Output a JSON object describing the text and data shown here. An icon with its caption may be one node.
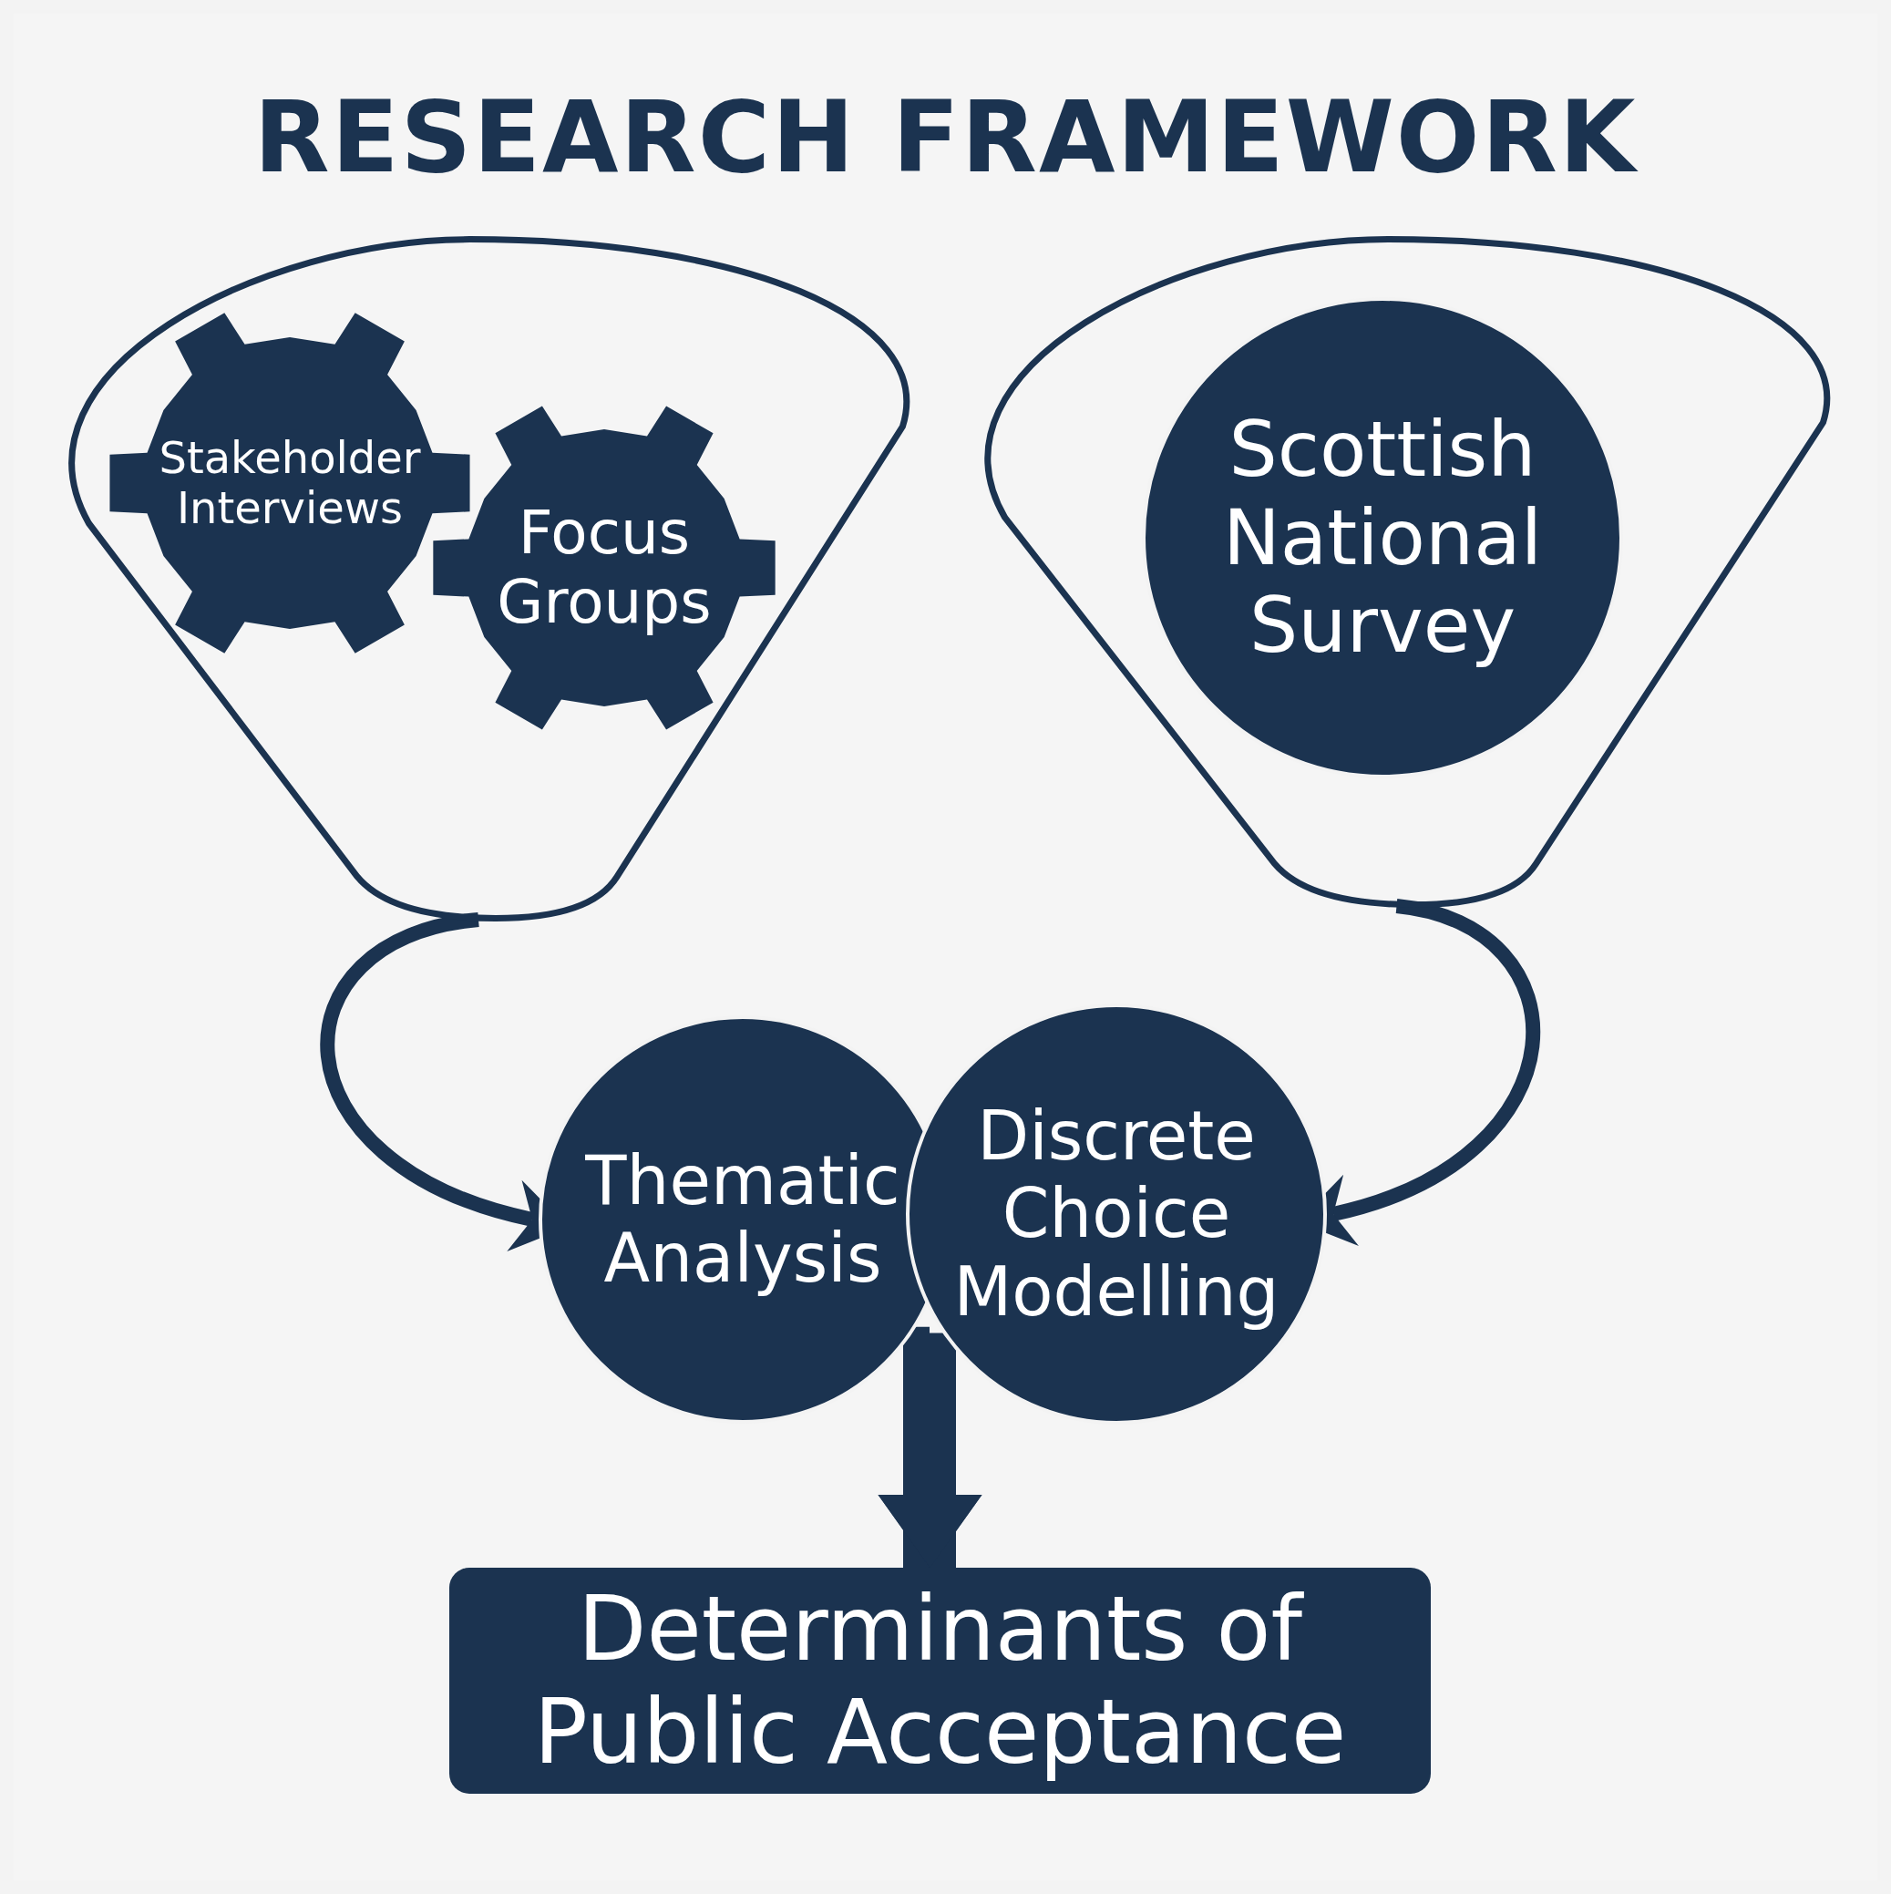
{
  "diagram": {
    "title": "RESEARCH FRAMEWORK",
    "nodes": [
      {
        "text": [],
        "shape": "funnel"
      },
      {
        "text": [
          "Stakeholder Interviews"
        ],
        "in": 0
      },
      {
        "text": [
          "Focus Groups"
        ],
        "in": 0
      },
      {
        "text": [],
        "shape": "funnel"
      },
      {
        "text": [
          "Scottish National Survey"
        ],
        "in": 3
      },
      {
        "text": [
          "Thematic Analysis"
        ]
      },
      {
        "text": [
          "Discrete Choice Modelling"
        ]
      },
      {
        "text": [
          "Determinants of Public Acceptance"
        ]
      }
    ],
    "edges": [
      {
        "from": 0,
        "to": 5,
        "arrow": "to"
      },
      {
        "from": 3,
        "to": 6,
        "arrow": "to"
      },
      {
        "from": 5,
        "to": 7,
        "arrow": "to",
        "style": "thick"
      },
      {
        "from": 6,
        "to": 7,
        "arrow": "to",
        "style": "thick"
      }
    ]
  }
}
